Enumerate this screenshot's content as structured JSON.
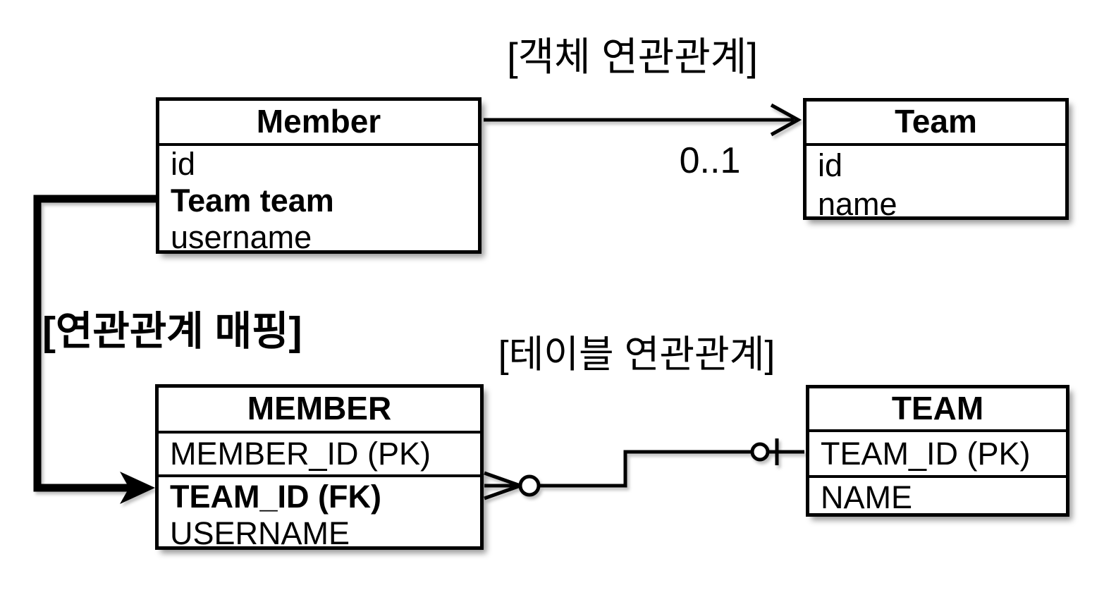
{
  "colors": {
    "line": "#000000",
    "background": "#ffffff",
    "text": "#000000"
  },
  "object_relation": {
    "title": "[객체 연관관계]",
    "multiplicity": "0..1",
    "member_class": {
      "title": "Member",
      "fields": [
        "id",
        "Team team",
        "username"
      ]
    },
    "team_class": {
      "title": "Team",
      "fields": [
        "id",
        "name"
      ]
    }
  },
  "mapping": {
    "label": "[연관관계 매핑]",
    "arrow_style": "thick-filled-arrow"
  },
  "table_relation": {
    "title": "[테이블 연관관계]",
    "member_table": {
      "title": "MEMBER",
      "pk_field": "MEMBER_ID (PK)",
      "fk_field": "TEAM_ID (FK)",
      "extra_field": "USERNAME"
    },
    "team_table": {
      "title": "TEAM",
      "pk_field": "TEAM_ID (PK)",
      "name_field": "NAME"
    },
    "connector_ends": {
      "member_end": "zero-or-many-crow-foot",
      "team_end": "zero-or-one"
    }
  }
}
